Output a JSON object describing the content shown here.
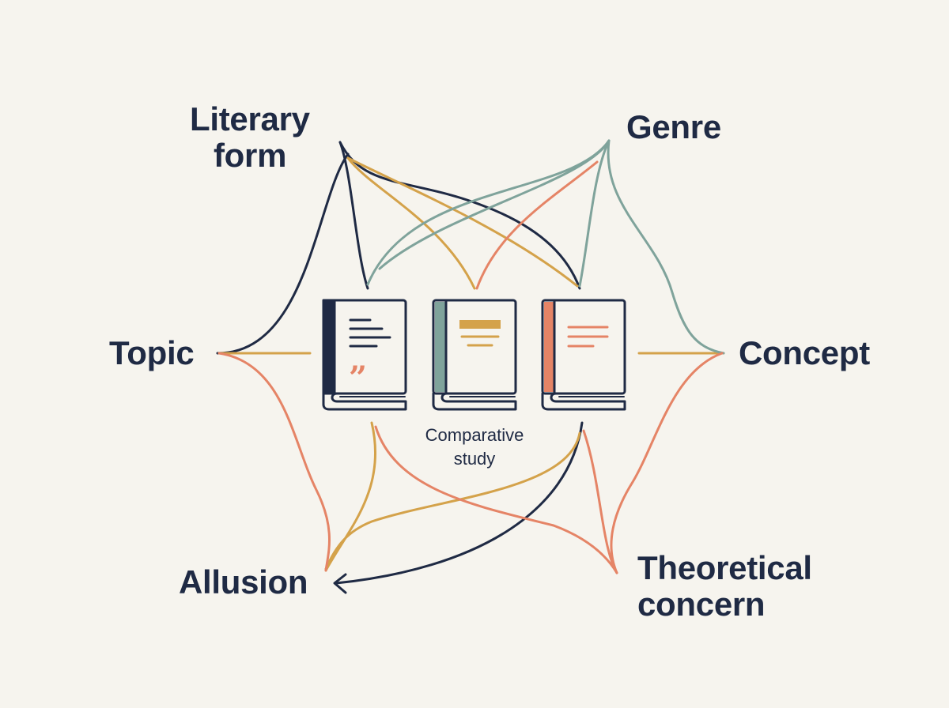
{
  "colors": {
    "background": "#f6f4ee",
    "navy": "#1f2a44",
    "gold": "#d4a24a",
    "teal": "#7fa39b",
    "coral": "#e58466"
  },
  "nodes": {
    "literary_form": {
      "line1": "Literary",
      "line2": "form"
    },
    "genre": {
      "line1": "Genre"
    },
    "topic": {
      "line1": "Topic"
    },
    "concept": {
      "line1": "Concept"
    },
    "allusion": {
      "line1": "Allusion"
    },
    "theoretical_concern": {
      "line1": "Theoretical",
      "line2": "concern"
    }
  },
  "center": {
    "line1": "Comparative",
    "line2": "study",
    "books": [
      {
        "name": "book-quote",
        "accent": "navy"
      },
      {
        "name": "book-teal",
        "accent": "teal"
      },
      {
        "name": "book-coral",
        "accent": "coral"
      }
    ]
  },
  "icons": {
    "quote_mark": "quote-icon",
    "arrow": "arrow-head-icon"
  },
  "quote_glyph": "”"
}
